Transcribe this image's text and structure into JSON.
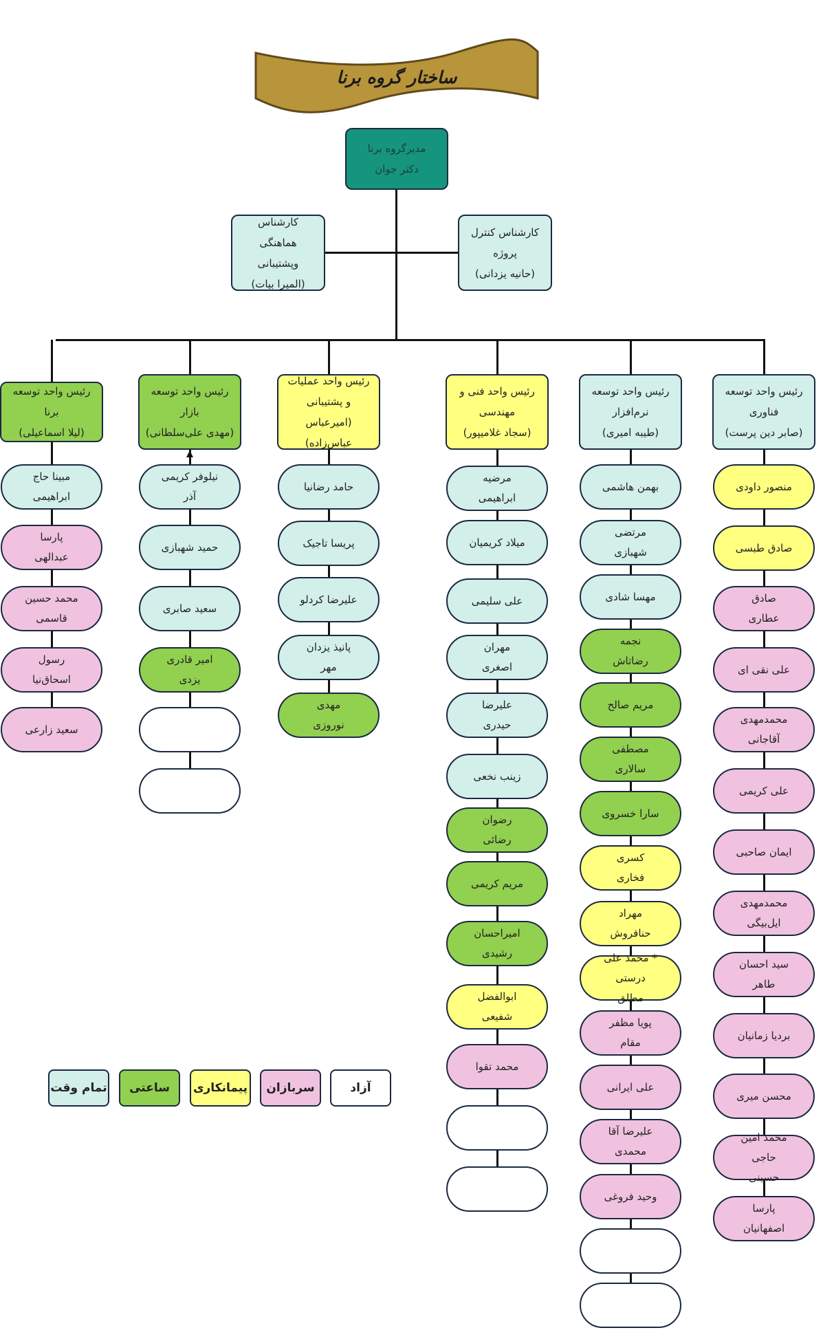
{
  "title": "ساختار گروه برنا",
  "colors": {
    "full": "#d2efea",
    "hourly": "#92d050",
    "contract": "#ffff80",
    "soldier": "#f0c2df",
    "free": "#ffffff",
    "manager": "#15957d",
    "banner": "#b8943a"
  },
  "manager": {
    "role": "مدیرگروه برنا",
    "name": "دکتر جوان"
  },
  "experts": [
    {
      "role": "کارشناس هماهنگی وپشتیبانی",
      "name": "(المیرا بیات)"
    },
    {
      "role": "کارشناس کنترل پروژه",
      "name": "(حانیه یزدانی)"
    }
  ],
  "units": [
    {
      "head": "رئیس واحد توسعه برنا",
      "name": "(لیلا اسماعیلی)",
      "type": "hourly",
      "members": [
        {
          "name": "مبینا حاج ابراهیمی",
          "type": "full"
        },
        {
          "name": "پارسا عبدالهی",
          "type": "soldier"
        },
        {
          "name": "محمد حسین قاسمی",
          "type": "soldier"
        },
        {
          "name": "رسول اسحاق‌نیا",
          "type": "soldier"
        },
        {
          "name": "سعید زارعی",
          "type": "soldier"
        }
      ]
    },
    {
      "head": "رئیس واحد توسعه بازار",
      "name": "(مهدی علی‌سلطانی)",
      "type": "hourly",
      "members": [
        {
          "name": "نیلوفر کریمی آذر",
          "type": "full"
        },
        {
          "name": "حمید شهبازی",
          "type": "full"
        },
        {
          "name": "سعید صابری",
          "type": "full"
        },
        {
          "name": "امیر قادری یزدی",
          "type": "hourly"
        },
        {
          "name": "",
          "type": "free"
        },
        {
          "name": "",
          "type": "free"
        }
      ]
    },
    {
      "head": "رئیس واحد عملیات و پشتیبانی",
      "name": "(امیرعباس عباس‌زاده)",
      "type": "contract",
      "members": [
        {
          "name": "حامد رضانیا",
          "type": "full"
        },
        {
          "name": "پریسا تاجیک",
          "type": "full"
        },
        {
          "name": "علیرضا کردلو",
          "type": "full"
        },
        {
          "name": "پانیذ یزدان مهر",
          "type": "full"
        },
        {
          "name": "مهدی نوروزی",
          "type": "hourly"
        }
      ]
    },
    {
      "head": "رئیس واحد فنی و مهندسی",
      "name": "(سجاد غلامیپور)",
      "type": "contract",
      "members": [
        {
          "name": "مرضیه ابراهیمی",
          "type": "full"
        },
        {
          "name": "میلاد کریمیان",
          "type": "full"
        },
        {
          "name": "علی سلیمی",
          "type": "full"
        },
        {
          "name": "مهران اصغری",
          "type": "full"
        },
        {
          "name": "علیرضا حیدری",
          "type": "full"
        },
        {
          "name": "زینب نخعی",
          "type": "full"
        },
        {
          "name": "رضوان رضائی",
          "type": "hourly"
        },
        {
          "name": "مریم کریمی",
          "type": "hourly"
        },
        {
          "name": "امیراحسان رشیدی",
          "type": "hourly"
        },
        {
          "name": "ابوالفضل شفیعی",
          "type": "contract"
        },
        {
          "name": "محمد تقوا",
          "type": "soldier"
        },
        {
          "name": "",
          "type": "free"
        },
        {
          "name": "",
          "type": "free"
        }
      ]
    },
    {
      "head": "رئیس واحد توسعه نرم‌افزار",
      "name": "(طیبه امیری)",
      "type": "full",
      "members": [
        {
          "name": "بهمن هاشمی",
          "type": "full"
        },
        {
          "name": "مرتضی شهبازی",
          "type": "full"
        },
        {
          "name": "مهسا شادی",
          "type": "full"
        },
        {
          "name": "نجمه رضاتاش",
          "type": "hourly"
        },
        {
          "name": "مریم صالح",
          "type": "hourly"
        },
        {
          "name": "مصطفی سالاری",
          "type": "hourly"
        },
        {
          "name": "سارا خسروی",
          "type": "hourly"
        },
        {
          "name": "کسری فخاری",
          "type": "contract"
        },
        {
          "name": "مهراد حنافروش",
          "type": "contract"
        },
        {
          "name": "* محمد علی درستی مطلق",
          "type": "contract"
        },
        {
          "name": "پویا مظفر مقام",
          "type": "soldier"
        },
        {
          "name": "علی ایرانی",
          "type": "soldier"
        },
        {
          "name": "علیرضا آقا محمدی",
          "type": "soldier"
        },
        {
          "name": "وحید فروغی",
          "type": "soldier"
        },
        {
          "name": "",
          "type": "free"
        },
        {
          "name": "",
          "type": "free"
        }
      ]
    },
    {
      "head": "رئیس واحد توسعه فناوری",
      "name": "(صابر دین پرست)",
      "type": "full",
      "members": [
        {
          "name": "منصور داودی",
          "type": "contract"
        },
        {
          "name": "صادق طبسی",
          "type": "contract"
        },
        {
          "name": "صادق عطاری",
          "type": "soldier"
        },
        {
          "name": "علی نقی ای",
          "type": "soldier"
        },
        {
          "name": "محمدمهدی آقاجانی",
          "type": "soldier"
        },
        {
          "name": "علی کریمی",
          "type": "soldier"
        },
        {
          "name": "ایمان صاحبی",
          "type": "soldier"
        },
        {
          "name": "محمدمهدی ایل‌بیگی",
          "type": "soldier"
        },
        {
          "name": "سید احسان طاهر",
          "type": "soldier"
        },
        {
          "name": "بردیا زمانیان",
          "type": "soldier"
        },
        {
          "name": "محسن میری",
          "type": "soldier"
        },
        {
          "name": "محمد امین حاجی حسینی",
          "type": "soldier"
        },
        {
          "name": "پارسا اصفهانیان",
          "type": "soldier"
        }
      ]
    }
  ],
  "legend": [
    {
      "label": "تمام وقت",
      "type": "full"
    },
    {
      "label": "ساعتی",
      "type": "hourly"
    },
    {
      "label": "پیمانکاری",
      "type": "contract"
    },
    {
      "label": "سربازان",
      "type": "soldier"
    },
    {
      "label": "آزاد",
      "type": "free"
    }
  ]
}
